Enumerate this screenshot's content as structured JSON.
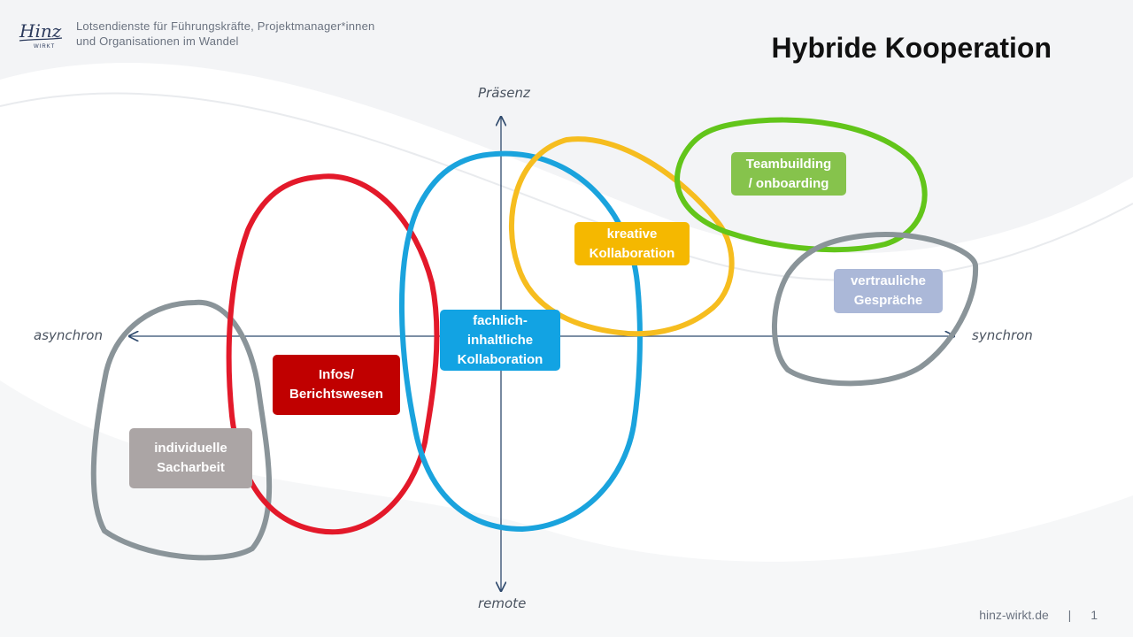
{
  "header": {
    "logo_text": "Hinz WIRKT",
    "tagline_line1": "Lotsendienste für Führungskräfte, Projektmanager*innen",
    "tagline_line2": "und Organisationen im Wandel"
  },
  "title": "Hybride Kooperation",
  "axes": {
    "top": "Präsenz",
    "bottom": "remote",
    "left": "asynchron",
    "right": "synchron"
  },
  "groups": {
    "individuell": {
      "line1": "individuelle",
      "line2": "Sacharbeit",
      "color": "#aba5a5",
      "ring": "#8a9499"
    },
    "infos": {
      "line1": "Infos/",
      "line2": "Berichtswesen",
      "color": "#c00000",
      "ring": "#e3192a"
    },
    "fachlich": {
      "line1": "fachlich-",
      "line2": "inhaltliche",
      "line3": "Kollaboration",
      "color": "#12a3e3",
      "ring": "#1aa3dd"
    },
    "kreativ": {
      "line1": "kreative",
      "line2": "Kollaboration",
      "color": "#f5b800",
      "ring": "#f6bd1f"
    },
    "team": {
      "line1": "Teambuilding",
      "line2": "/ onboarding",
      "color": "#86c34c",
      "ring": "#62c51a"
    },
    "vertraulich": {
      "line1": "vertrauliche",
      "line2": "Gespräche",
      "color": "#abb8d8",
      "ring": "#8a9499"
    }
  },
  "footer": {
    "site": "hinz-wirkt.de",
    "separator": "|",
    "page": "1"
  }
}
